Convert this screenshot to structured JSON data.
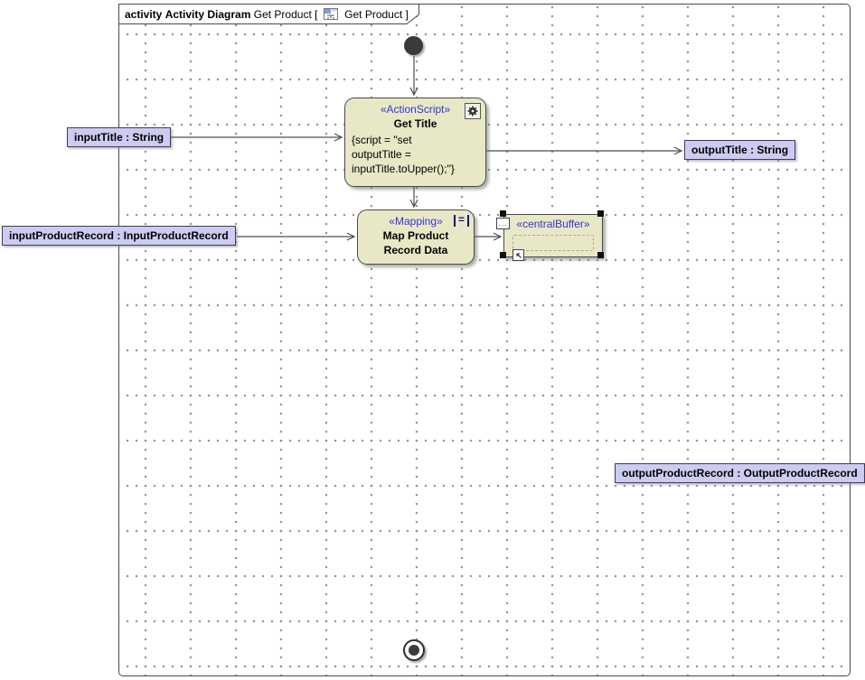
{
  "header": {
    "keyword": "activity",
    "diagram_kind": "Activity Diagram",
    "name_part": "Get Product [",
    "icon": "activity-diagram-icon",
    "tail_part": "Get Product ]"
  },
  "nodes": {
    "get_title": {
      "stereotype": "«ActionScript»",
      "name": "Get Title",
      "body_lines": [
        "{script = \"set",
        "outputTitle =",
        "inputTitle.toUpper();\"}"
      ]
    },
    "map_product": {
      "stereotype": "«Mapping»",
      "name_lines": [
        "Map Product",
        "Record Data"
      ]
    },
    "central_buffer": {
      "stereotype": "«centralBuffer»"
    }
  },
  "labels": {
    "input_title": "inputTitle : String",
    "output_title": "outputTitle : String",
    "input_product_record": "inputProductRecord : InputProductRecord",
    "output_product_record": "outputProductRecord : OutputProductRecord"
  },
  "mini_buttons": {
    "dots": "..."
  },
  "colors": {
    "node_fill": "#e8e8c6",
    "label_fill": "#ccccf2",
    "stereotype_text": "#3434d3",
    "edge_line": "#4d4d4d",
    "selection_handle": "#101010"
  }
}
